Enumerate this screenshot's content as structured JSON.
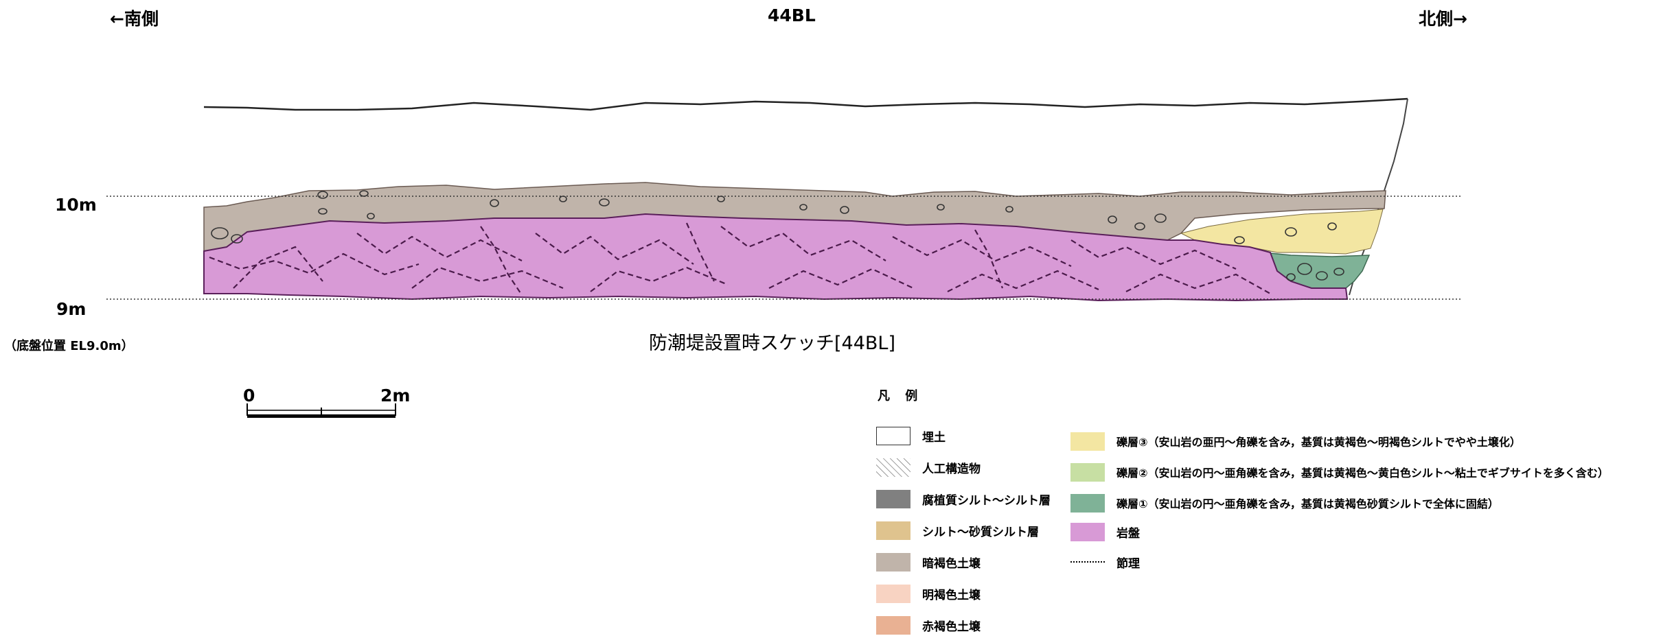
{
  "header": {
    "south": "←南側",
    "title": "44BL",
    "north": "北側→"
  },
  "axis": {
    "level_10": "10m",
    "level_9": "9m",
    "base_note": "（底盤位置 EL9.0m）"
  },
  "caption": "防潮堤設置時スケッチ[44BL]",
  "scale": {
    "start": "0",
    "end": "2m"
  },
  "legend": {
    "title": "凡 例",
    "left": [
      {
        "label": "埋土",
        "color": "#ffffff"
      },
      {
        "label": "人工構造物",
        "color": "hatch"
      },
      {
        "label": "腐植質シルト～シルト層",
        "color": "#808080"
      },
      {
        "label": "シルト～砂質シルト層",
        "color": "#dfc38e"
      },
      {
        "label": "暗褐色土壌",
        "color": "#c0b4aa"
      },
      {
        "label": "明褐色土壌",
        "color": "#f8d3c2"
      },
      {
        "label": "赤褐色土壌",
        "color": "#e9b193"
      }
    ],
    "right": [
      {
        "label": "礫層③（安山岩の亜円～角礫を含み，基質は黄褐色～明褐色シルトでやや土壌化）",
        "color": "#f3e6a2"
      },
      {
        "label": "礫層②（安山岩の円～亜角礫を含み，基質は黄褐色～黄白色シルト～粘土でギブサイトを多く含む）",
        "color": "#c7dfa3"
      },
      {
        "label": "礫層①（安山岩の円～亜角礫を含み，基質は黄褐色砂質シルトで全体に固結）",
        "color": "#7fb297"
      },
      {
        "label": "岩盤",
        "color": "#d89ad6"
      },
      {
        "label": "節理",
        "color": "dotted-line"
      }
    ]
  }
}
